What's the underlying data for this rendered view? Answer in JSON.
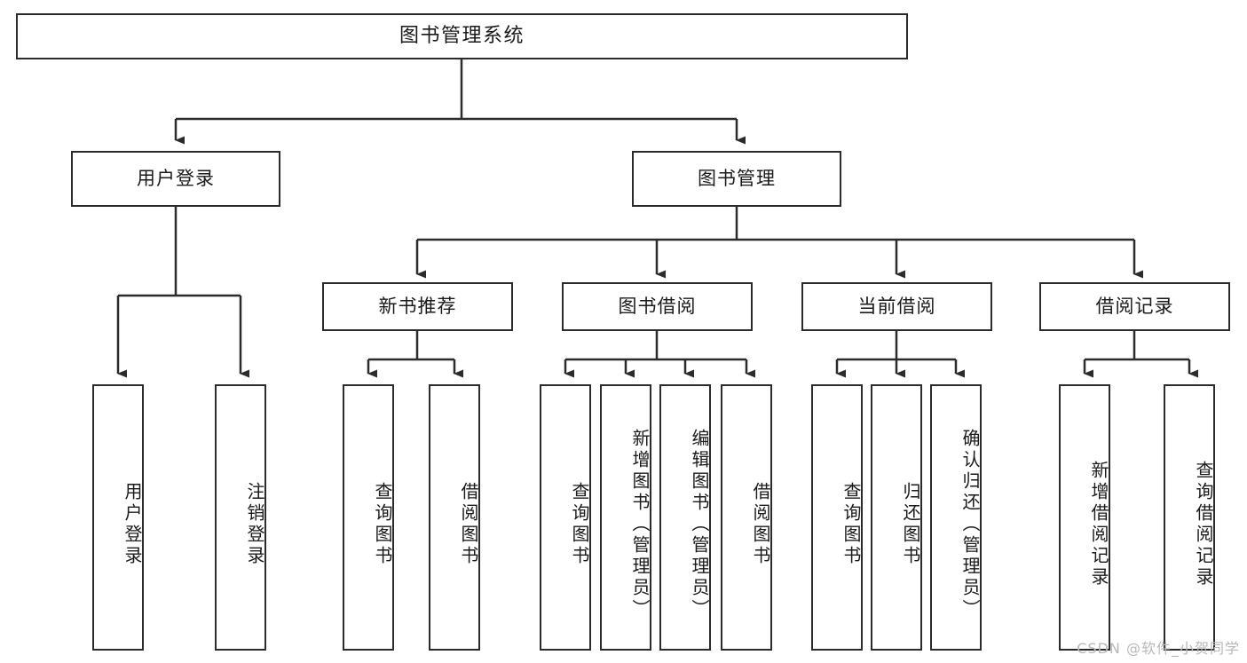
{
  "diagram": {
    "type": "tree-hierarchy-chart",
    "title": "图书管理系统",
    "watermark": "CSDN @软件_小贺同学",
    "colors": {
      "stroke": "#2b2b2b",
      "fill": "#ffffff",
      "text": "#1a1a1a",
      "watermark": "#b8b8b8"
    },
    "root": {
      "label": "图书管理系统"
    },
    "level1": [
      {
        "id": "user-login",
        "label": "用户登录"
      },
      {
        "id": "book-manage",
        "label": "图书管理"
      }
    ],
    "level2": [
      {
        "id": "new-book-recommend",
        "label": "新书推荐",
        "parent": "book-manage"
      },
      {
        "id": "book-borrow",
        "label": "图书借阅",
        "parent": "book-manage"
      },
      {
        "id": "current-borrow",
        "label": "当前借阅",
        "parent": "book-manage"
      },
      {
        "id": "borrow-record",
        "label": "借阅记录",
        "parent": "book-manage"
      }
    ],
    "leaves": {
      "user_login": [
        {
          "id": "leaf-user-login",
          "label": "用户登录"
        },
        {
          "id": "leaf-logout",
          "label": "注销登录"
        }
      ],
      "new_book_recommend": [
        {
          "id": "leaf-query-book-1",
          "label": "查询图书"
        },
        {
          "id": "leaf-borrow-book-1",
          "label": "借阅图书"
        }
      ],
      "book_borrow": [
        {
          "id": "leaf-query-book-2",
          "label": "查询图书"
        },
        {
          "id": "leaf-add-book",
          "label": "新增图书（管理员）"
        },
        {
          "id": "leaf-edit-book",
          "label": "编辑图书（管理员）"
        },
        {
          "id": "leaf-borrow-book-2",
          "label": "借阅图书"
        }
      ],
      "current_borrow": [
        {
          "id": "leaf-query-book-3",
          "label": "查询图书"
        },
        {
          "id": "leaf-return-book",
          "label": "归还图书"
        },
        {
          "id": "leaf-confirm-return",
          "label": "确认归还（管理员）"
        }
      ],
      "borrow_record": [
        {
          "id": "leaf-add-record",
          "label": "新增借阅记录"
        },
        {
          "id": "leaf-query-record",
          "label": "查询借阅记录"
        }
      ]
    }
  }
}
